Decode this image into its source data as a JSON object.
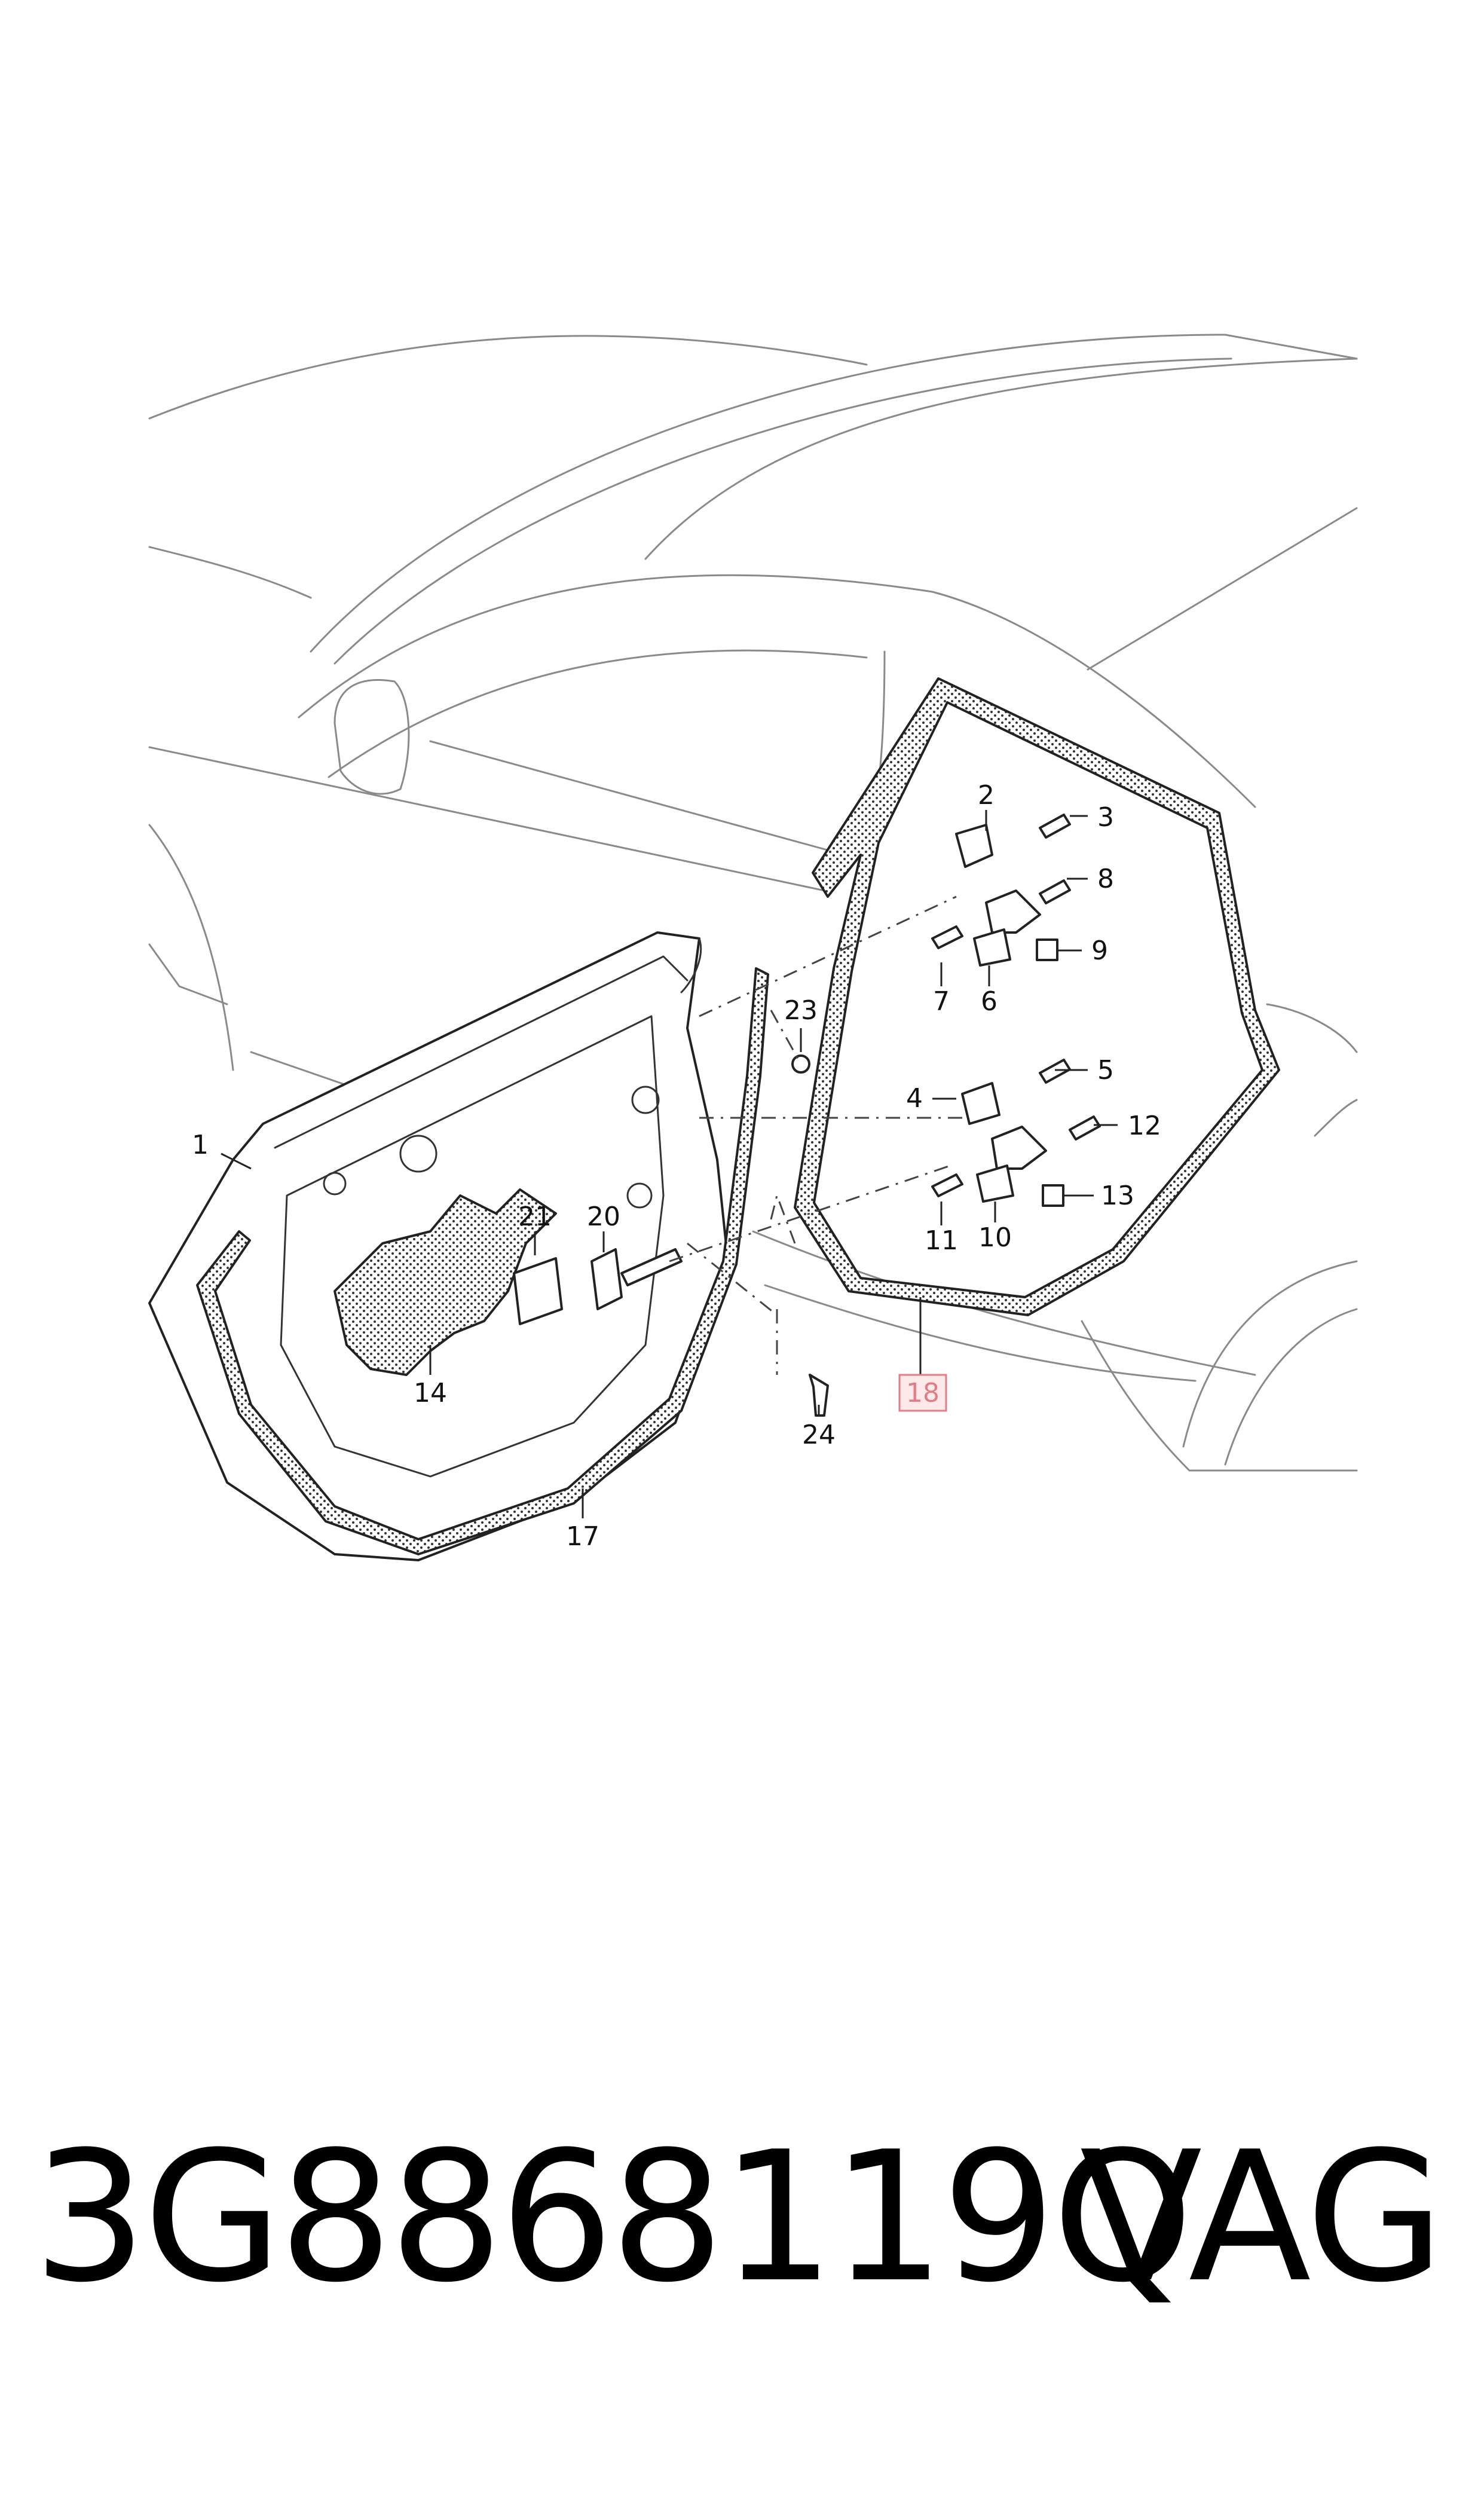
{
  "diagram": {
    "callouts": [
      {
        "id": "1",
        "text": "1"
      },
      {
        "id": "2",
        "text": "2"
      },
      {
        "id": "3",
        "text": "3"
      },
      {
        "id": "4",
        "text": "4"
      },
      {
        "id": "5",
        "text": "5"
      },
      {
        "id": "6",
        "text": "6"
      },
      {
        "id": "7",
        "text": "7"
      },
      {
        "id": "8",
        "text": "8"
      },
      {
        "id": "9",
        "text": "9"
      },
      {
        "id": "10",
        "text": "10"
      },
      {
        "id": "11",
        "text": "11"
      },
      {
        "id": "12",
        "text": "12"
      },
      {
        "id": "13",
        "text": "13"
      },
      {
        "id": "14",
        "text": "14"
      },
      {
        "id": "17",
        "text": "17"
      },
      {
        "id": "18",
        "text": "18",
        "highlighted": true
      },
      {
        "id": "20",
        "text": "20"
      },
      {
        "id": "21",
        "text": "21"
      },
      {
        "id": "23",
        "text": "23"
      },
      {
        "id": "24",
        "text": "24"
      }
    ],
    "highlight_color": "#e27d86"
  },
  "footer": {
    "part_number": "3G8868119Q",
    "brand": "VAG"
  }
}
